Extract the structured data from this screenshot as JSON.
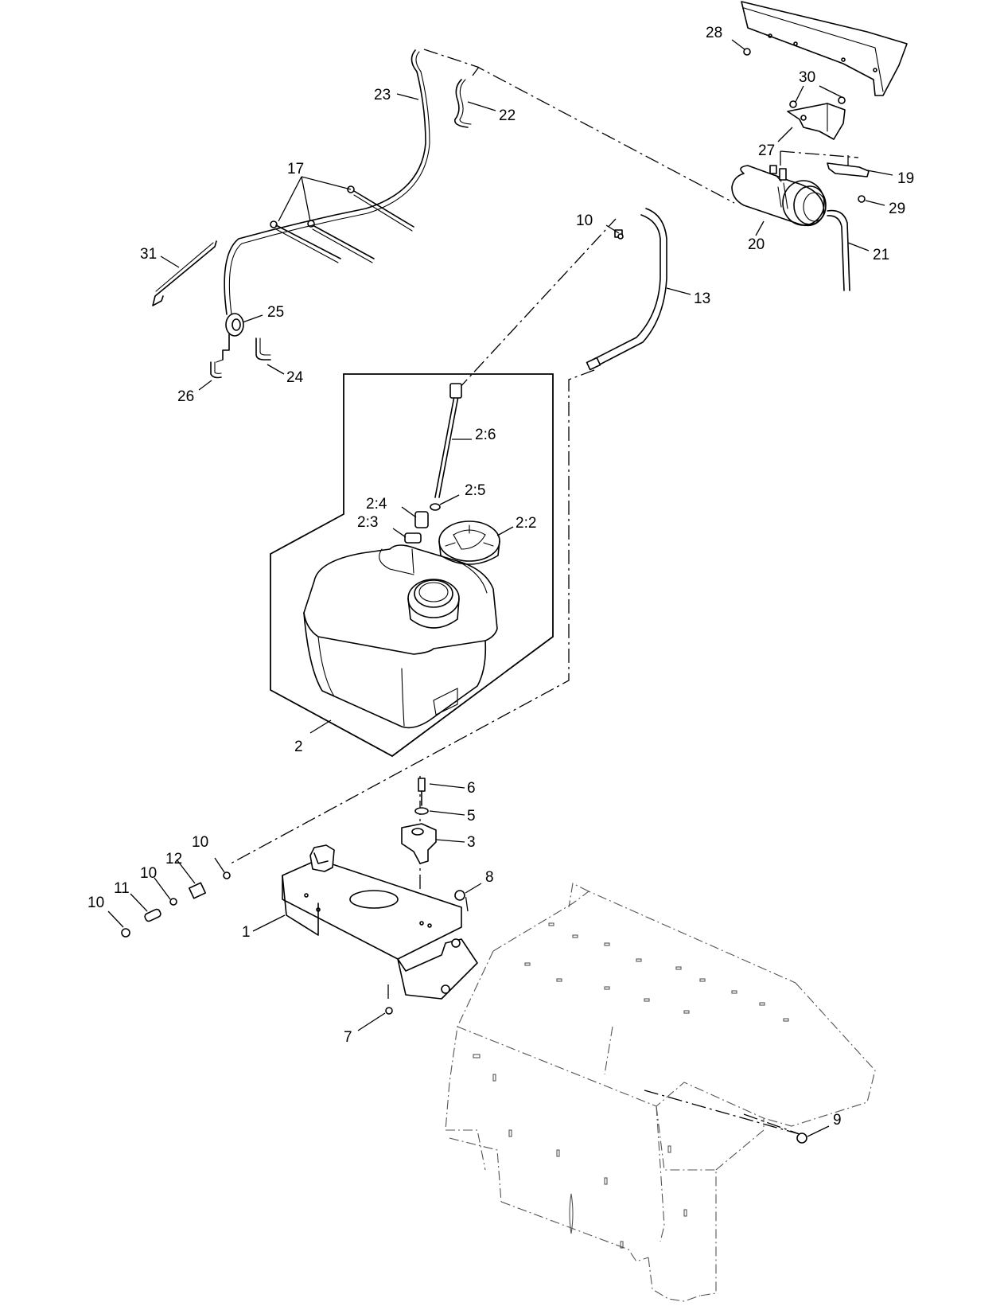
{
  "callouts": {
    "c28": "28",
    "c30": "30",
    "c27": "27",
    "c19": "19",
    "c29": "29",
    "c20": "20",
    "c21": "21",
    "c23": "23",
    "c22": "22",
    "c17": "17",
    "c10a": "10",
    "c13": "13",
    "c31": "31",
    "c25": "25",
    "c24": "24",
    "c26": "26",
    "c2_6": "2:6",
    "c2_5": "2:5",
    "c2_4": "2:4",
    "c2_3": "2:3",
    "c2_2": "2:2",
    "c2": "2",
    "c6": "6",
    "c5": "5",
    "c3": "3",
    "c10b": "10",
    "c12": "12",
    "c10c": "10",
    "c11": "11",
    "c10d": "10",
    "c8": "8",
    "c1": "1",
    "c7": "7",
    "c9": "9"
  }
}
